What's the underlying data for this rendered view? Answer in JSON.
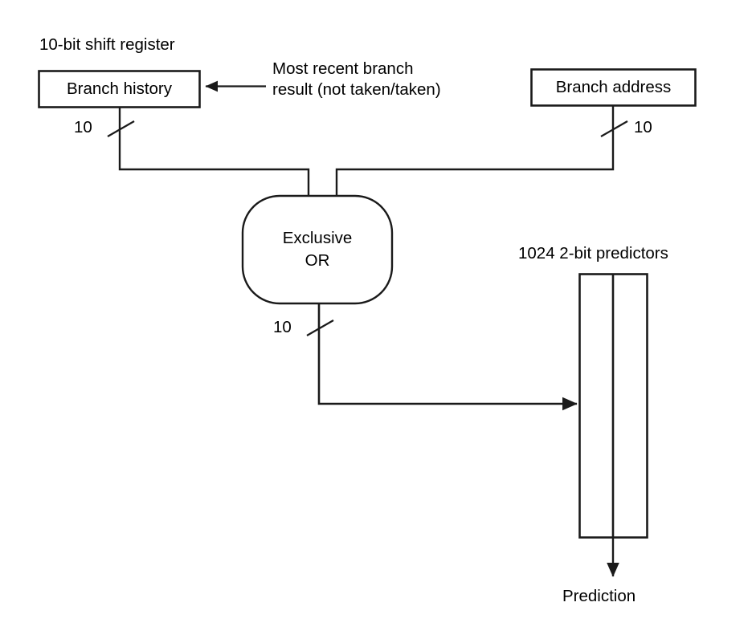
{
  "diagram": {
    "title": "Correlating branch predictor (gshare) block diagram",
    "stroke_color": "#1a1a1a",
    "fill_color": "#ffffff",
    "background": "#ffffff",
    "labels": {
      "shift_register": "10-bit shift register",
      "branch_history": "Branch history",
      "annotation_line1": "Most recent branch",
      "annotation_line2": "result (not taken/taken)",
      "branch_address": "Branch address",
      "history_width": "10",
      "address_width": "10",
      "xor_line1": "Exclusive",
      "xor_line2": "OR",
      "xor_width": "10",
      "predictors": "1024 2-bit predictors",
      "prediction": "Prediction"
    }
  }
}
